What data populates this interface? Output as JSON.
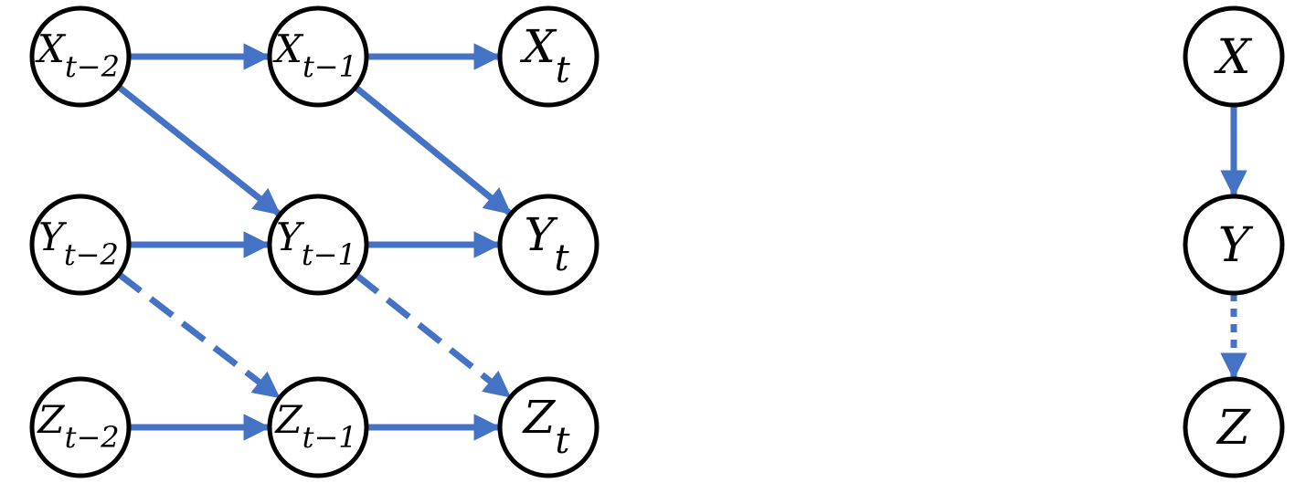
{
  "colors": {
    "edge": "#4472c4",
    "node_stroke": "#000000",
    "node_fill": "#ffffff"
  },
  "nodes": [
    {
      "id": "xt2",
      "base": "X",
      "sub": "t−2"
    },
    {
      "id": "xt1",
      "base": "X",
      "sub": "t−1"
    },
    {
      "id": "xt",
      "base": "X",
      "sub": "t"
    },
    {
      "id": "yt2",
      "base": "Y",
      "sub": "t−2"
    },
    {
      "id": "yt1",
      "base": "Y",
      "sub": "t−1"
    },
    {
      "id": "yt",
      "base": "Y",
      "sub": "t"
    },
    {
      "id": "zt2",
      "base": "Z",
      "sub": "t−2"
    },
    {
      "id": "zt1",
      "base": "Z",
      "sub": "t−1"
    },
    {
      "id": "zt",
      "base": "Z",
      "sub": "t"
    },
    {
      "id": "x",
      "base": "X",
      "sub": ""
    },
    {
      "id": "y",
      "base": "Y",
      "sub": ""
    },
    {
      "id": "z",
      "base": "Z",
      "sub": ""
    }
  ],
  "edges": [
    {
      "from": "xt2",
      "to": "xt1",
      "style": "solid"
    },
    {
      "from": "xt1",
      "to": "xt",
      "style": "solid"
    },
    {
      "from": "yt2",
      "to": "yt1",
      "style": "solid"
    },
    {
      "from": "yt1",
      "to": "yt",
      "style": "solid"
    },
    {
      "from": "zt2",
      "to": "zt1",
      "style": "solid"
    },
    {
      "from": "zt1",
      "to": "zt",
      "style": "solid"
    },
    {
      "from": "xt2",
      "to": "yt1",
      "style": "solid"
    },
    {
      "from": "xt1",
      "to": "yt",
      "style": "solid"
    },
    {
      "from": "yt2",
      "to": "zt1",
      "style": "dashed"
    },
    {
      "from": "yt1",
      "to": "zt",
      "style": "dashed"
    },
    {
      "from": "x",
      "to": "y",
      "style": "solid"
    },
    {
      "from": "y",
      "to": "z",
      "style": "dotted"
    }
  ]
}
